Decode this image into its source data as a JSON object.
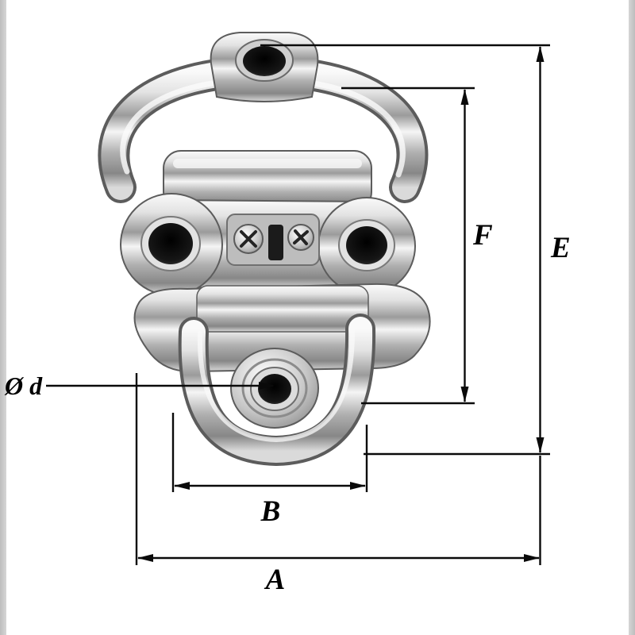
{
  "colors": {
    "background": "#ffffff",
    "dimension_line": "#0a0a0a",
    "edge_bar": "#c9c9c9",
    "metal_dark": "#8a8a8a",
    "metal_light": "#f5f5f5"
  },
  "labels": {
    "A": "A",
    "B": "B",
    "E": "E",
    "F": "F",
    "diameter": "Ø d"
  }
}
